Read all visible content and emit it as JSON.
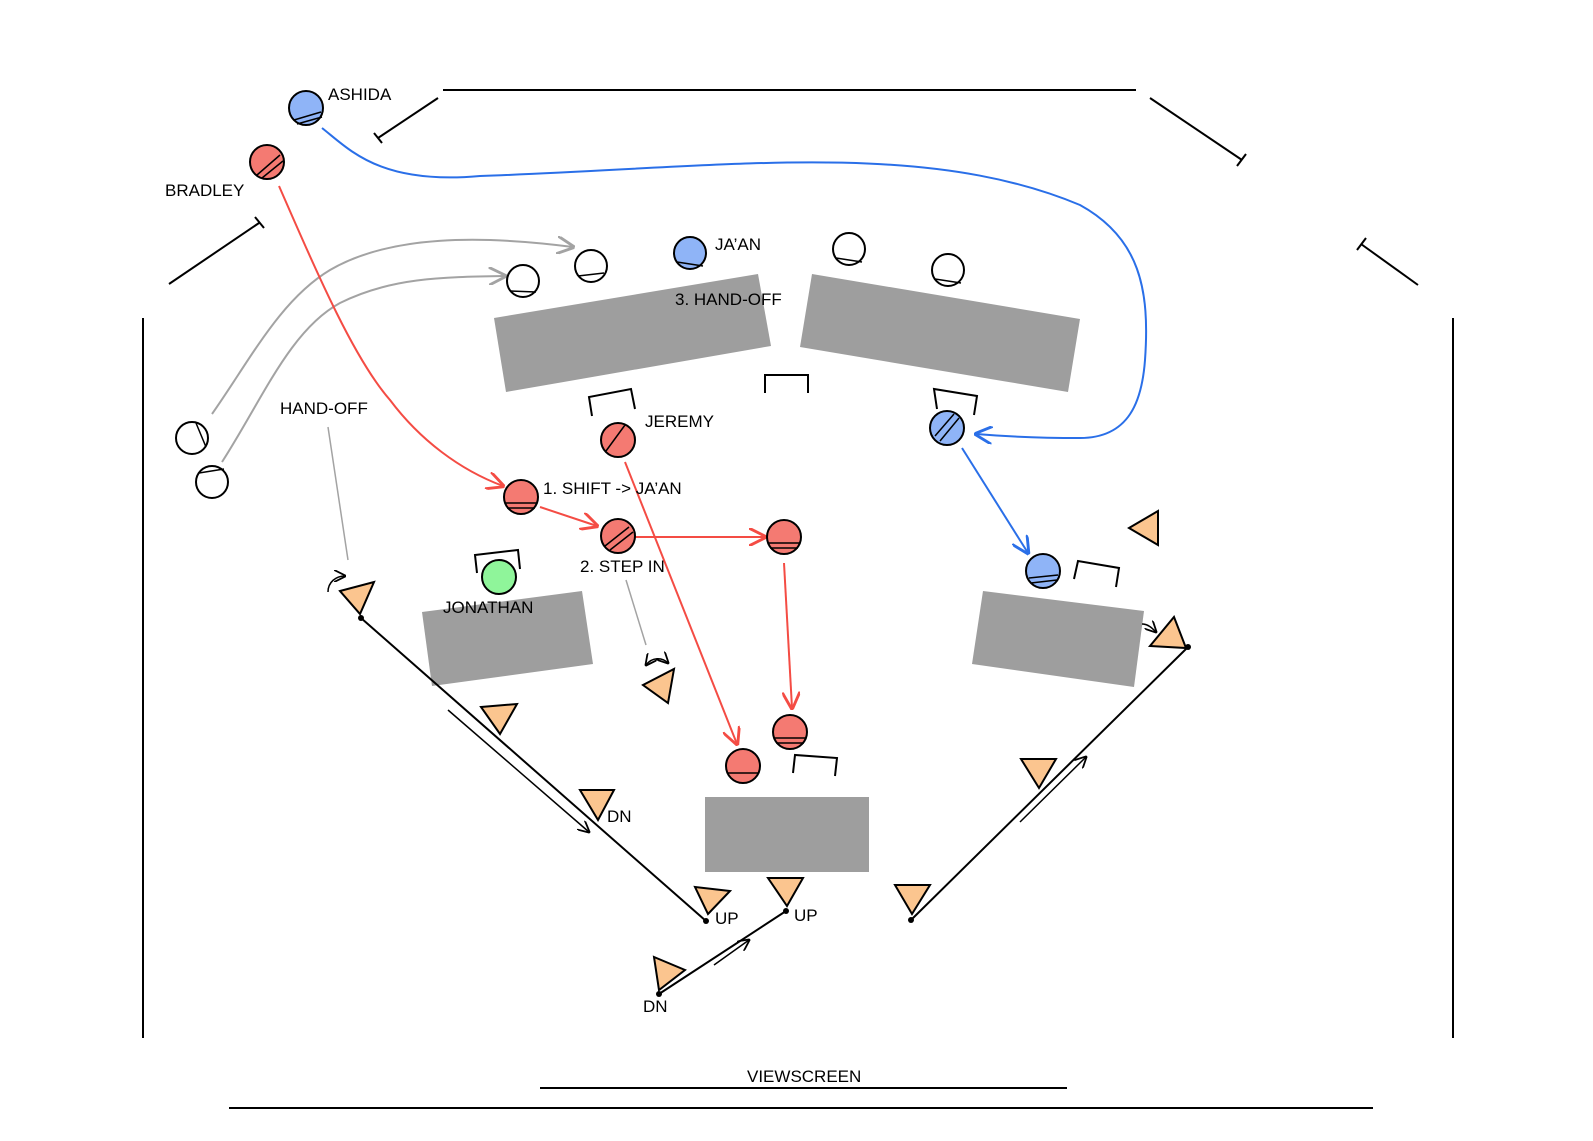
{
  "colors": {
    "red_actor": "#f47a72",
    "blue_actor": "#8fb4f7",
    "green_actor": "#8ff59a",
    "camera": "#fbc58f",
    "console": "#9e9e9e",
    "red_path": "#f44c44",
    "blue_path": "#2a6fe8",
    "gray_path": "#a3a3a3"
  },
  "labels": {
    "ashida": "ASHIDA",
    "bradley": "BRADLEY",
    "jaan": "JA’AN",
    "hand_off_3": "3. HAND-OFF",
    "jeremy": "JEREMY",
    "hand_off": "HAND-OFF",
    "shift": "1. SHIFT -> JA’AN",
    "step_in": "2. STEP IN",
    "jonathan": "JONATHAN",
    "dn_1": "DN",
    "up_1": "UP",
    "up_2": "UP",
    "dn_2": "DN",
    "viewscreen": "VIEWSCREEN"
  },
  "icons": {
    "actor": "actor-circle-icon",
    "camera": "camera-triangle-icon",
    "chair": "chair-bracket-icon",
    "rotate": "rotate-arrow-icon"
  }
}
